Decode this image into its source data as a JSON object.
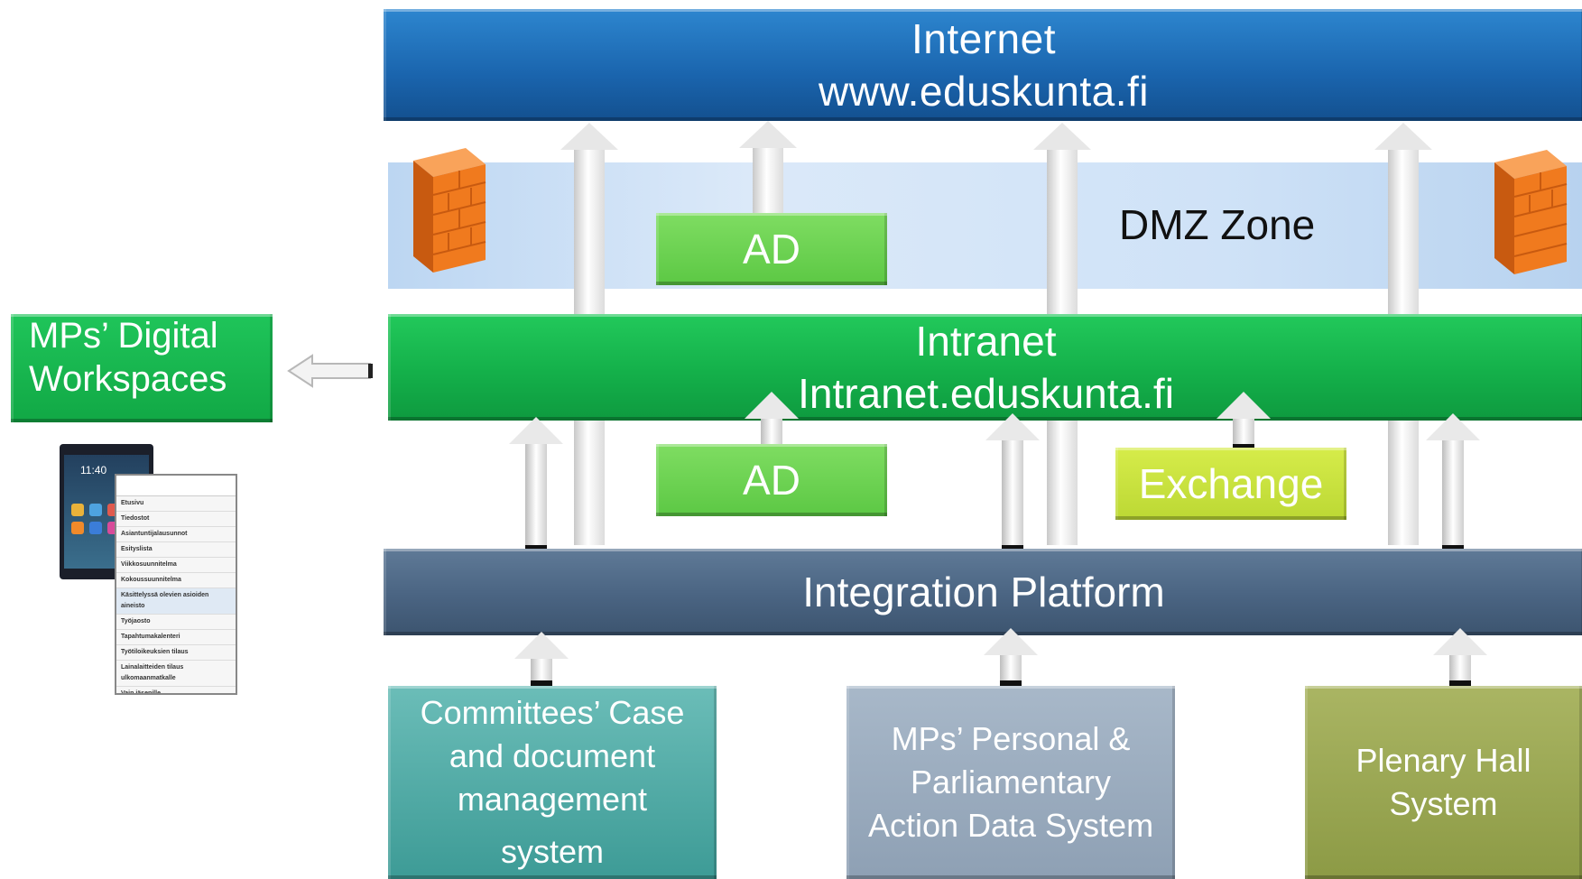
{
  "internet": {
    "title": "Internet",
    "url": "www.eduskunta.fi"
  },
  "dmz": {
    "label": "DMZ Zone"
  },
  "intranet": {
    "title": "Intranet",
    "url": "Intranet.eduskunta.fi"
  },
  "integration": {
    "label": "Integration Platform"
  },
  "ad_dmz": {
    "label": "AD"
  },
  "ad_intranet": {
    "label": "AD"
  },
  "exchange": {
    "label": "Exchange"
  },
  "workspaces": {
    "line1": "MPs’ Digital",
    "line2": "Workspaces"
  },
  "systems": {
    "committees": [
      "Committees’ Case",
      "and document",
      "management",
      "system"
    ],
    "mpdata": [
      "MPs’ Personal &",
      "Parliamentary",
      "Action Data  System"
    ],
    "plenary": [
      "Plenary Hall",
      "System"
    ]
  },
  "device": {
    "phone_time": "11:40",
    "menu": [
      "Etusivu",
      "Tiedostot",
      "Asiantuntijalausunnot",
      "Esityslista",
      "Viikkosuunnitelma",
      "Kokoussuunnitelma",
      "Käsittelyssä olevien asioiden aineisto",
      "Työjaosto",
      "Tapahtumakalenteri",
      "Työtiloikeuksien tilaus",
      "Lainalaitteiden tilaus ulkomaanmatkalle",
      "Vain jäsenille"
    ],
    "selected_index": 6
  },
  "colors": {
    "internet": "#1a64ad",
    "dmz": "#cfe2f7",
    "intranet": "#14b04a",
    "integration": "#4a6482",
    "ad": "#5cc844",
    "exchange": "#bcd834",
    "firewall": "#f07a1e"
  },
  "icons": [
    "firewall-icon",
    "left-arrow-icon",
    "up-arrow-icon"
  ]
}
